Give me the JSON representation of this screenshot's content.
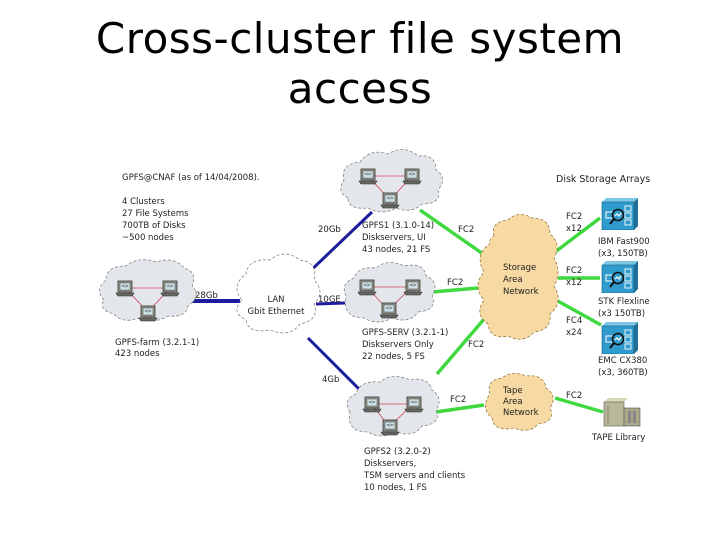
{
  "title_line1": "Cross-cluster file system",
  "title_line2": "access",
  "info": {
    "header": "GPFS@CNAF (as of 14/04/2008).",
    "lines": [
      "4 Clusters",
      "27 File Systems",
      "700TB of Disks",
      "~500 nodes"
    ]
  },
  "disk_storage_title": "Disk Storage Arrays",
  "clusters": {
    "gpfs1": {
      "lines": [
        "GPFS1 (3.1.0-14)",
        "Diskservers, UI",
        "43 nodes, 21 FS"
      ]
    },
    "gpfs_farm": {
      "lines": [
        "GPFS-farm (3.2.1-1)",
        "423 nodes"
      ]
    },
    "gpfs_serv": {
      "lines": [
        "GPFS-SERV (3.2.1-1)",
        "Diskservers Only",
        "22 nodes, 5 FS"
      ]
    },
    "gpfs2": {
      "lines": [
        "GPFS2 (3.2.0-2)",
        "Diskservers,",
        "TSM servers and clients",
        "10 nodes, 1 FS"
      ]
    }
  },
  "lan": {
    "lines": [
      "LAN",
      "Gbit Ethernet"
    ]
  },
  "san": {
    "lines": [
      "Storage",
      "Area",
      "Network"
    ]
  },
  "tan": {
    "lines": [
      "Tape",
      "Area",
      "Network"
    ]
  },
  "links": {
    "gpfs1_lan": "20Gb",
    "farm_lan": "28Gb",
    "serv_lan": "10GE",
    "gpfs2_lan": "4Gb",
    "gpfs1_san": "FC2",
    "serv_san": "FC2",
    "serv_san2": "FC2",
    "gpfs2_tan": "FC2",
    "san_ibm": [
      "FC2",
      "x12"
    ],
    "san_stk": [
      "FC2",
      "x12"
    ],
    "san_emc": [
      "FC4",
      "x24"
    ],
    "tan_tape": "FC2"
  },
  "storage": {
    "ibm": [
      "IBM Fast900",
      "(x3, 150TB)"
    ],
    "stk": [
      "STK Flexline",
      "(x3 150TB)"
    ],
    "emc": [
      "EMC CX380",
      "(x3, 360TB)"
    ],
    "tape": "TAPE Library"
  },
  "colors": {
    "ethernet_link": "#1c1c9c",
    "fc_link": "#3fd83f",
    "cluster_cloud": "#e3e6ea",
    "san_cloud": "#f7d9a3",
    "storage_array": "#2f9ccd",
    "intra_link": "#d0455a"
  }
}
